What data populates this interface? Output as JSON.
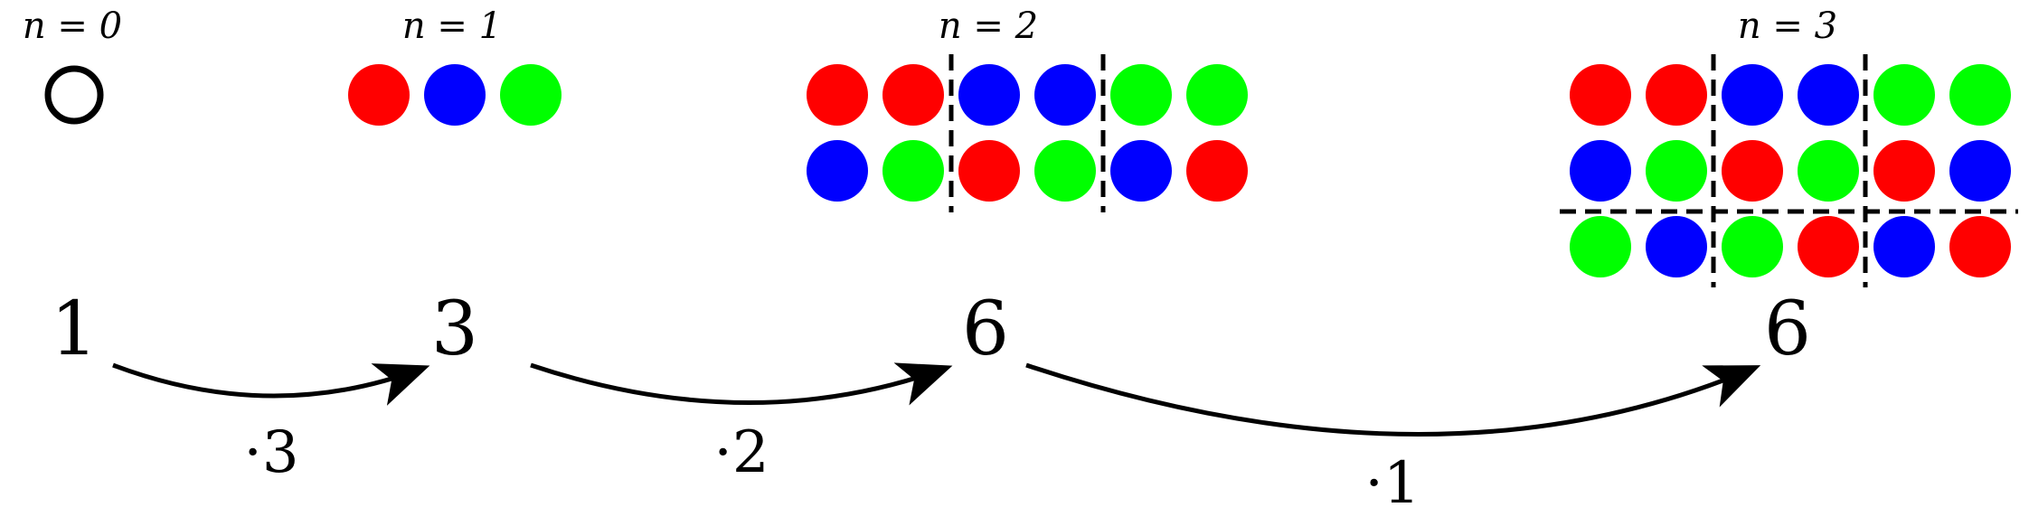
{
  "colors": {
    "red": "#ff0000",
    "blue": "#0000ff",
    "green": "#00ff00",
    "ink": "#000000"
  },
  "stages": [
    {
      "label": "n = 0",
      "count": "1",
      "rows": []
    },
    {
      "label": "n = 1",
      "count": "3",
      "rows": [
        [
          "red",
          "blue",
          "green"
        ]
      ]
    },
    {
      "label": "n = 2",
      "count": "6",
      "rows": [
        [
          "red",
          "red",
          "blue",
          "blue",
          "green",
          "green"
        ],
        [
          "blue",
          "green",
          "red",
          "green",
          "blue",
          "red"
        ]
      ]
    },
    {
      "label": "n = 3",
      "count": "6",
      "rows": [
        [
          "red",
          "red",
          "blue",
          "blue",
          "green",
          "green"
        ],
        [
          "blue",
          "green",
          "red",
          "green",
          "red",
          "blue"
        ],
        [
          "green",
          "blue",
          "green",
          "red",
          "blue",
          "red"
        ]
      ]
    }
  ],
  "transitions": [
    {
      "factor": "·3"
    },
    {
      "factor": "·2"
    },
    {
      "factor": "·1"
    }
  ]
}
